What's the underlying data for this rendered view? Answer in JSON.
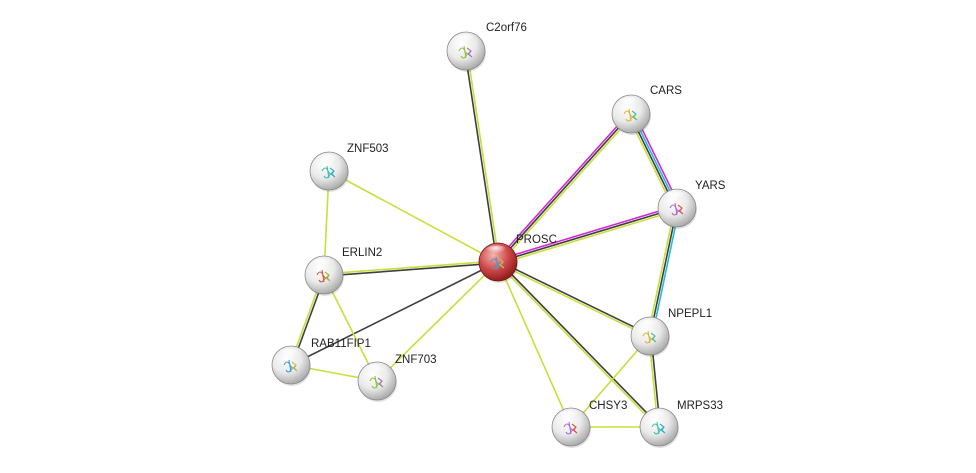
{
  "network": {
    "nodes": [
      {
        "id": "PROSC",
        "label": "PROSC",
        "focus": true
      },
      {
        "id": "C2orf76",
        "label": "C2orf76"
      },
      {
        "id": "CARS",
        "label": "CARS"
      },
      {
        "id": "YARS",
        "label": "YARS"
      },
      {
        "id": "ZNF503",
        "label": "ZNF503"
      },
      {
        "id": "ERLIN2",
        "label": "ERLIN2"
      },
      {
        "id": "RAB11FIP1",
        "label": "RAB11FIP1"
      },
      {
        "id": "ZNF703",
        "label": "ZNF703"
      },
      {
        "id": "NPEPL1",
        "label": "NPEPL1"
      },
      {
        "id": "CHSY3",
        "label": "CHSY3"
      },
      {
        "id": "MRPS33",
        "label": "MRPS33"
      }
    ],
    "edges": [
      {
        "source": "PROSC",
        "target": "C2orf76",
        "evidence": [
          "coexpression",
          "textmining"
        ]
      },
      {
        "source": "PROSC",
        "target": "CARS",
        "evidence": [
          "experiments",
          "coexpression",
          "textmining"
        ]
      },
      {
        "source": "PROSC",
        "target": "YARS",
        "evidence": [
          "experiments",
          "coexpression",
          "textmining"
        ]
      },
      {
        "source": "PROSC",
        "target": "ZNF503",
        "evidence": [
          "textmining"
        ]
      },
      {
        "source": "PROSC",
        "target": "ERLIN2",
        "evidence": [
          "coexpression",
          "textmining"
        ]
      },
      {
        "source": "PROSC",
        "target": "RAB11FIP1",
        "evidence": [
          "coexpression"
        ]
      },
      {
        "source": "PROSC",
        "target": "ZNF703",
        "evidence": [
          "textmining"
        ]
      },
      {
        "source": "PROSC",
        "target": "NPEPL1",
        "evidence": [
          "coexpression",
          "textmining"
        ]
      },
      {
        "source": "PROSC",
        "target": "CHSY3",
        "evidence": [
          "textmining"
        ]
      },
      {
        "source": "PROSC",
        "target": "MRPS33",
        "evidence": [
          "coexpression",
          "textmining"
        ]
      },
      {
        "source": "CARS",
        "target": "YARS",
        "evidence": [
          "experiments",
          "databases",
          "coexpression",
          "textmining"
        ]
      },
      {
        "source": "YARS",
        "target": "NPEPL1",
        "evidence": [
          "databases",
          "coexpression",
          "textmining"
        ]
      },
      {
        "source": "ZNF503",
        "target": "ERLIN2",
        "evidence": [
          "textmining"
        ]
      },
      {
        "source": "ERLIN2",
        "target": "RAB11FIP1",
        "evidence": [
          "coexpression",
          "textmining"
        ]
      },
      {
        "source": "ERLIN2",
        "target": "ZNF703",
        "evidence": [
          "textmining"
        ]
      },
      {
        "source": "RAB11FIP1",
        "target": "ZNF703",
        "evidence": [
          "textmining"
        ]
      },
      {
        "source": "NPEPL1",
        "target": "CHSY3",
        "evidence": [
          "textmining"
        ]
      },
      {
        "source": "NPEPL1",
        "target": "MRPS33",
        "evidence": [
          "coexpression",
          "textmining"
        ]
      },
      {
        "source": "CHSY3",
        "target": "MRPS33",
        "evidence": [
          "textmining"
        ]
      }
    ],
    "evidence_colors": {
      "experiments": "#d626d6",
      "databases": "#22bcdc",
      "coexpression": "#3f3f3f",
      "textmining": "#c5e03c",
      "neighborhood": "#1b8a1b"
    },
    "node_colors": {
      "focus": "#c43131",
      "default": "#e6e6e6"
    }
  }
}
